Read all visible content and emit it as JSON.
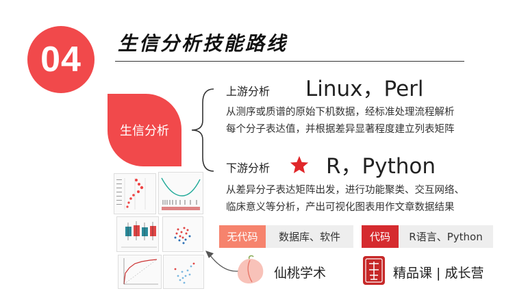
{
  "badge": {
    "number": "04"
  },
  "header": {
    "title": "生信分析技能路线"
  },
  "category": {
    "label": "生信分析"
  },
  "upstream": {
    "label": "上游分析",
    "tools": "Linux，Perl",
    "description_line1": "从测序或质谱的原始下机数据，经标准处理流程解析",
    "description_line2": "每个分子表达值，并根据差异显著程度建立列表矩阵"
  },
  "downstream": {
    "label": "下游分析",
    "tools": "R，Python",
    "description_line1": "从差异分子表达矩阵出发，进行功能聚类、交互网络、",
    "description_line2": "临床意义等分析，产出可视化图表用作文章数据结果",
    "star_icon": "star-icon",
    "star_color": "#e0272a"
  },
  "tags": {
    "no_code_label": "无代码",
    "no_code_value": "数据库、软件",
    "code_label": "代码",
    "code_value": "R语言、Python"
  },
  "branding": {
    "brand_name": "仙桃学术",
    "course_text": "精品课 | 成长营"
  },
  "colors": {
    "accent": "#f1494b",
    "dark_red": "#d52b2f",
    "light_red": "#f6836d"
  }
}
